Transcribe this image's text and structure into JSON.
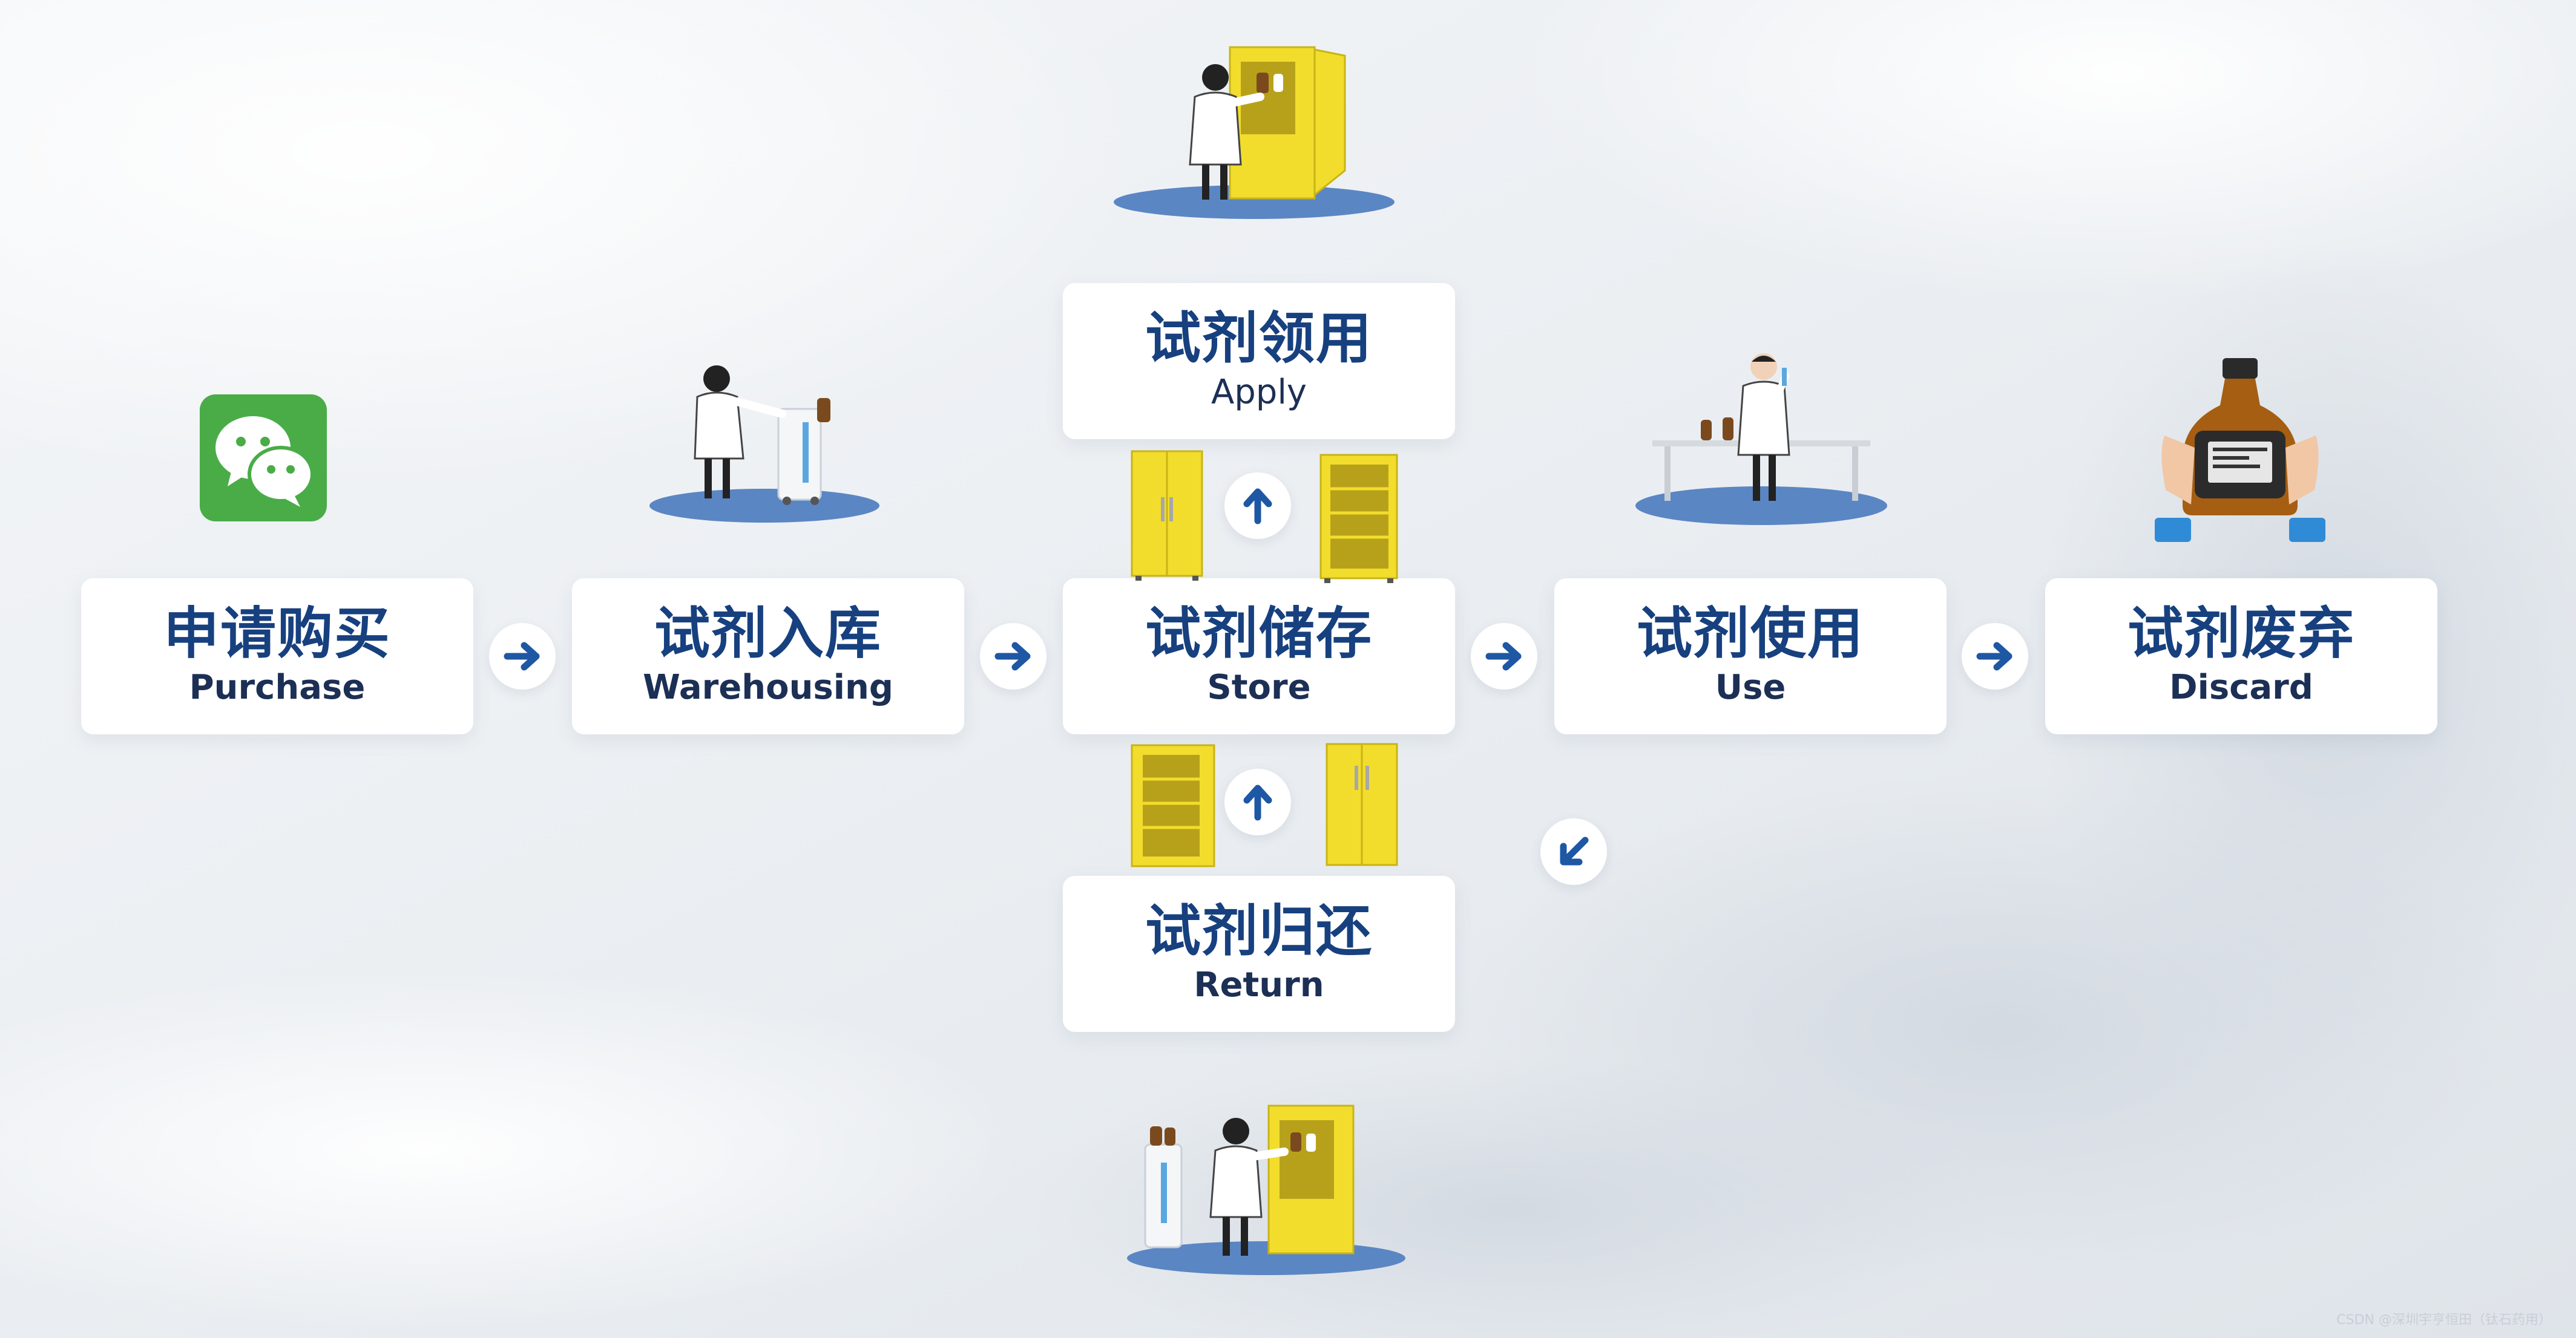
{
  "steps": {
    "purchase": {
      "zh": "申请购买",
      "en": "Purchase"
    },
    "warehousing": {
      "zh": "试剂入库",
      "en": "Warehousing"
    },
    "store": {
      "zh": "试剂储存",
      "en": "Store"
    },
    "use": {
      "zh": "试剂使用",
      "en": "Use"
    },
    "discard": {
      "zh": "试剂废弃",
      "en": "Discard"
    },
    "apply": {
      "zh": "试剂领用",
      "en": "Apply"
    },
    "return": {
      "zh": "试剂归还",
      "en": "Return"
    }
  },
  "arrows": [
    {
      "from": "purchase",
      "to": "warehousing",
      "direction": "right"
    },
    {
      "from": "warehousing",
      "to": "store",
      "direction": "right"
    },
    {
      "from": "store",
      "to": "use",
      "direction": "right"
    },
    {
      "from": "use",
      "to": "discard",
      "direction": "right"
    },
    {
      "from": "store",
      "to": "apply",
      "direction": "up"
    },
    {
      "from": "return",
      "to": "store",
      "direction": "up"
    },
    {
      "from": "use",
      "to": "return",
      "direction": "down-left"
    }
  ],
  "icons": {
    "purchase": "wechat-icon",
    "warehousing": "worker-loading-cart-icon",
    "store": "yellow-cabinet-icon",
    "use": "scientist-at-bench-icon",
    "discard": "bottle-scan-icon",
    "apply": "worker-at-cabinet-icon",
    "return": "worker-returning-icon"
  },
  "colors": {
    "title_text": "#17407f",
    "arrow": "#1e57a4",
    "cabinet": "#f2dd2c",
    "floor_ellipse": "#5b86c4",
    "wechat": "#4aac47"
  },
  "watermark": "CSDN @深圳宇亨恒田（钛石药用）"
}
